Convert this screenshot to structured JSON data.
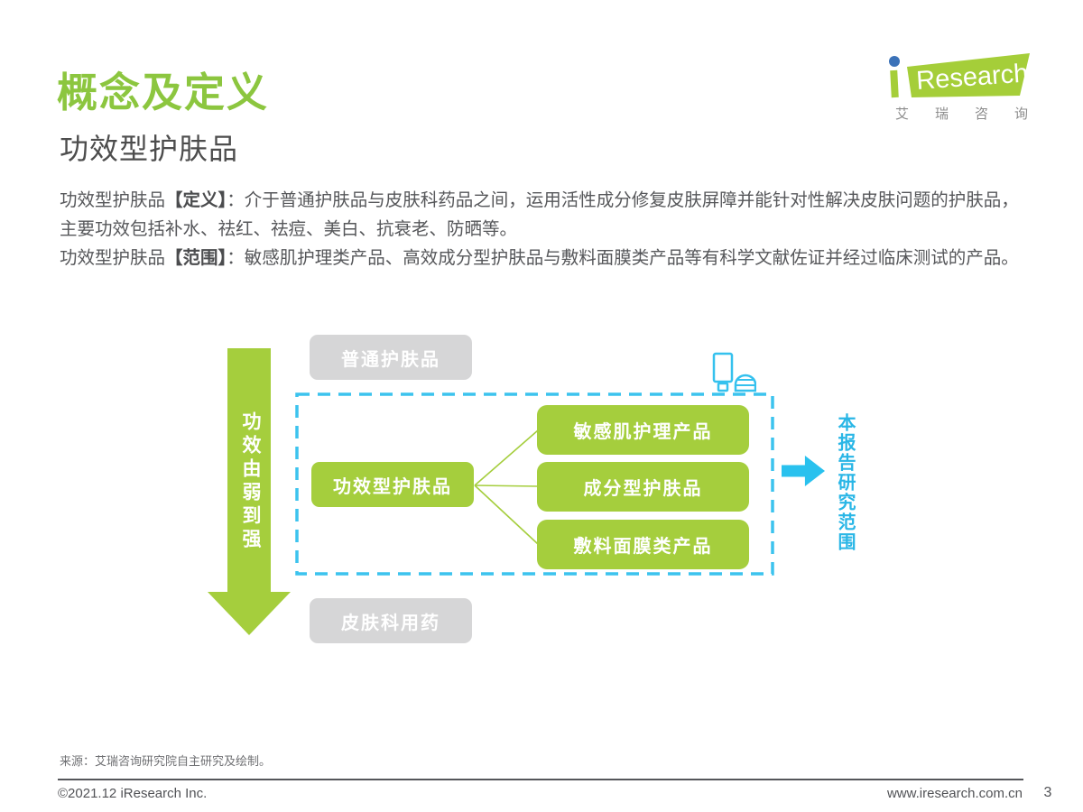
{
  "header": {
    "section_title": "概念及定义",
    "page_title": "功效型护肤品"
  },
  "logo": {
    "i": "i",
    "wordmark": "Research",
    "subtext": "艾瑞咨询"
  },
  "body": {
    "definition_prefix": "功效型护肤品",
    "definition_label": "【定义】",
    "definition_text": "：介于普通护肤品与皮肤科药品之间，运用活性成分修复皮肤屏障并能针对性解决皮肤问题的护肤品，主要功效包括补水、祛红、祛痘、美白、抗衰老、防晒等。",
    "scope_prefix": "功效型护肤品",
    "scope_label": "【范围】",
    "scope_text": "：敏感肌护理类产品、高效成分型护肤品与敷料面膜类产品等有科学文献佐证并经过临床测试的产品。"
  },
  "diagram": {
    "axis_label": "功效由弱到强",
    "top_box_label": "普通护肤品",
    "main_box_label": "功效型护肤品",
    "sub_box_labels": [
      "敏感肌护理产品",
      "成分型护肤品",
      "敷料面膜类产品"
    ],
    "bottom_box_label": "皮肤科用药",
    "scope_note": "本报告研究范围",
    "colors": {
      "brand_green": "#a5ce3d",
      "title_green": "#8cc63f",
      "cyan": "#29c1ee",
      "gray_box": "#d6d6d7",
      "logo_dot_blue": "#3b72b8"
    }
  },
  "footer": {
    "source_note": "来源：艾瑞咨询研究院自主研究及绘制。",
    "copyright": "©2021.12 iResearch Inc.",
    "website": "www.iresearch.com.cn",
    "page_number": "3"
  }
}
